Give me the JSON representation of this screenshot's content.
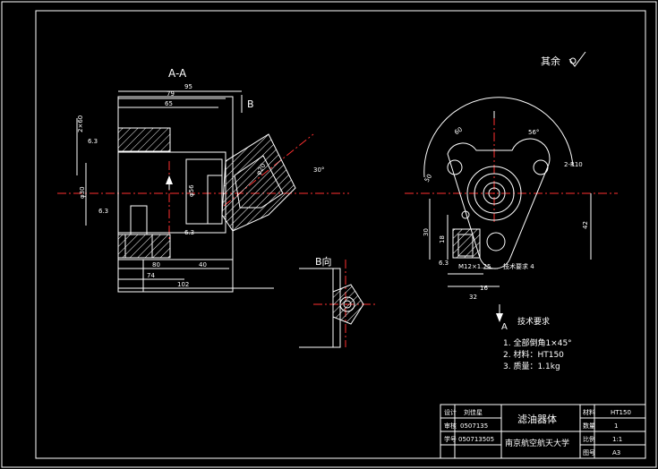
{
  "section_label": "A-A",
  "view_b_label": "B",
  "view_b_title": "B向",
  "arrow_a_label": "A",
  "surface_finish_note": "其余",
  "dimensions_left": {
    "d95": "95",
    "d79": "79",
    "d65": "65",
    "d74": "74",
    "d102": "102",
    "d80": "80",
    "d40": "40",
    "d6_3a": "6.3",
    "d6_3b": "6.3",
    "d6_3c": "6.3",
    "d2x60": "2×60",
    "dia30": "φ30",
    "dia56": "φ56",
    "dia20": "φ20",
    "d30deg": "30°"
  },
  "dimensions_right": {
    "d60": "60",
    "d56": "56°",
    "d2xr10": "2-R10",
    "d50": "50",
    "d42": "42",
    "d30": "30",
    "d18": "18",
    "d6_3": "6.3",
    "d32": "32",
    "d16": "16",
    "m12": "M12×1.25",
    "tolerance_label": "技术要求 4"
  },
  "technical_requirements": {
    "title": "技术要求",
    "items": [
      "1. 全部倒角1×45°",
      "2. 材料：HT150",
      "3. 质量：1.1kg"
    ]
  },
  "title_block": {
    "part_name": "滤油器体",
    "school": "南京航空航天大学",
    "designer_label": "设计",
    "designer": "刘佳星",
    "checker_label": "审核",
    "checker": "0507135",
    "approver_label": "学号",
    "approver": "050713505",
    "material_label": "材料",
    "material": "HT150",
    "quantity_label": "数量",
    "quantity": "1",
    "scale_label": "比例",
    "scale": "1:1",
    "sheet_label": "图号",
    "sheet": "A3"
  }
}
